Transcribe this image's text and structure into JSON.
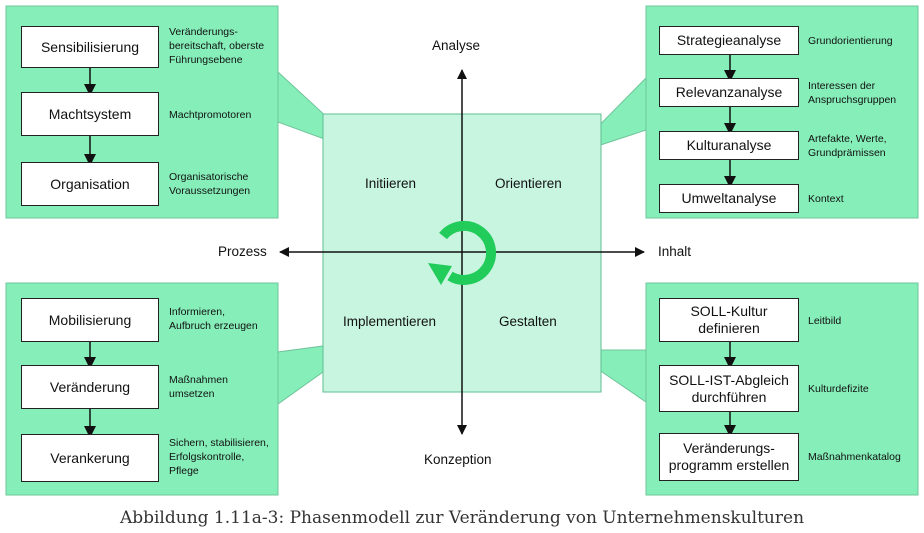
{
  "colors": {
    "panel": "#86efb9",
    "panel_border": "#6fc49a",
    "center": "#c8f5e0",
    "cycle": "#22cc5a"
  },
  "icons": {
    "cycle": "circular-arrow-icon"
  },
  "axes": {
    "top": "Analyse",
    "bottom": "Konzeption",
    "left": "Prozess",
    "right": "Inhalt"
  },
  "quadrants": {
    "tl": "Initiieren",
    "tr": "Orientieren",
    "bl": "Implementieren",
    "br": "Gestalten"
  },
  "panels": {
    "tl": {
      "boxes": [
        "Sensibilisierung",
        "Machtsystem",
        "Organisation"
      ],
      "notes": [
        "Veränderungs-\nbereitschaft, oberste\nFührungsebene",
        "Machtpromotoren",
        "Organisatorische\nVoraussetzungen"
      ]
    },
    "tr": {
      "boxes": [
        "Strategieanalyse",
        "Relevanzanalyse",
        "Kulturanalyse",
        "Umweltanalyse"
      ],
      "notes": [
        "Grundorientierung",
        "Interessen der\nAnspruchsgruppen",
        "Artefakte, Werte,\nGrundprämissen",
        "Kontext"
      ]
    },
    "bl": {
      "boxes": [
        "Mobilisierung",
        "Veränderung",
        "Verankerung"
      ],
      "notes": [
        "Informieren,\nAufbruch erzeugen",
        "Maßnahmen\numsetzen",
        "Sichern, stabilisieren,\nErfolgskontrolle,\nPflege"
      ]
    },
    "br": {
      "boxes": [
        "SOLL-Kultur\ndefinieren",
        "SOLL-IST-Abgleich\ndurchführen",
        "Veränderungs-\nprogramm erstellen"
      ],
      "notes": [
        "Leitbild",
        "Kulturdefizite",
        "Maßnahmenkatalog"
      ]
    }
  },
  "caption": "Abbildung 1.11a-3: Phasenmodell zur Veränderung von Unternehmenskulturen"
}
